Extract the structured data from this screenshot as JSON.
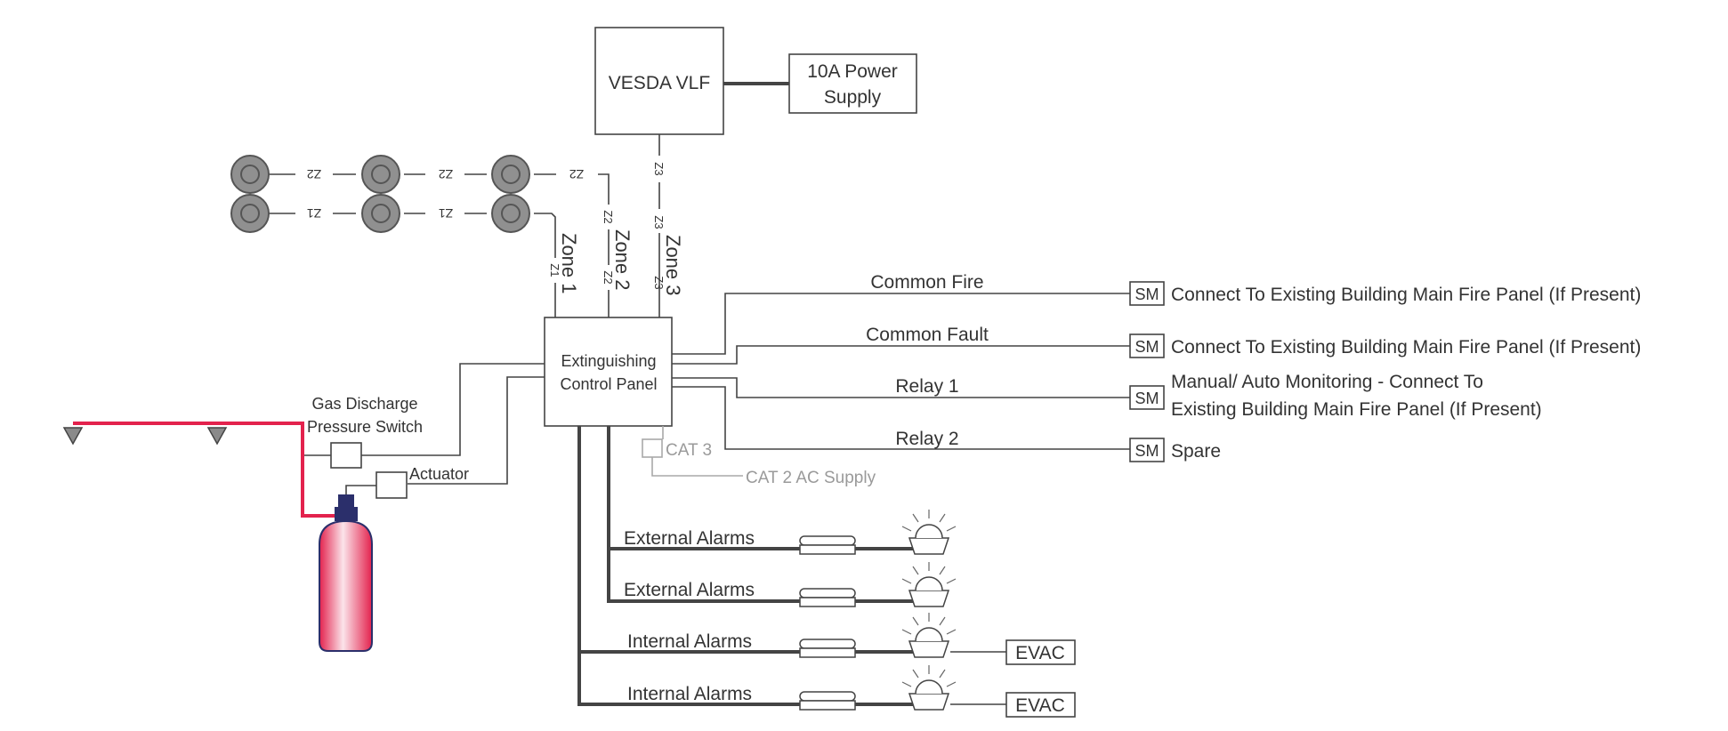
{
  "diagram": {
    "vesda": "VESDA VLF",
    "power_supply": [
      "10A Power",
      "Supply"
    ],
    "panel": [
      "Extinguishing",
      "Control Panel"
    ],
    "gas_switch": [
      "Gas Discharge",
      "Pressure Switch"
    ],
    "actuator": "Actuator",
    "cat3": "CAT 3",
    "cat2": "CAT 2 AC Supply",
    "detector_glyph": "O",
    "zones": {
      "z1": "Zone 1",
      "z2": "Zone 2",
      "z3": "Zone 3"
    },
    "zone_tags": {
      "z1": "Z1",
      "z2": "Z2",
      "z3": "Z3"
    },
    "outputs": {
      "common_fire": "Common Fire",
      "common_fault": "Common Fault",
      "relay1": "Relay 1",
      "relay2": "Relay 2"
    },
    "sm": "SM",
    "destinations": {
      "fire": "Connect To Existing Building Main Fire Panel (If Present)",
      "fault": "Connect To Existing Building Main Fire Panel (If Present)",
      "relay1_line1": "Manual/ Auto Monitoring - Connect To",
      "relay1_line2": "Existing Building Main Fire Panel (If Present)",
      "relay2": "Spare"
    },
    "alarms": {
      "ext1": "External Alarms",
      "ext2": "External Alarms",
      "int1": "Internal Alarms",
      "int2": "Internal Alarms"
    },
    "evac": "EVAC",
    "icons": [
      "smoke-detector-icon",
      "beacon-icon",
      "sounder-icon",
      "gas-cylinder-icon",
      "nozzle-icon"
    ],
    "colors": {
      "pipe": "#e3224d",
      "cylinder": "#e3224d",
      "line": "#444444",
      "aux": "#a8a8a8"
    }
  }
}
